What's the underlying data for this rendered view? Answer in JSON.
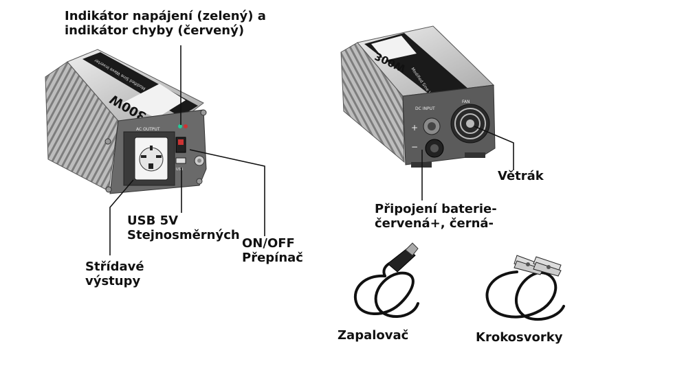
{
  "labels": {
    "power_indicator": [
      "Indikátor napájení (zelený) a",
      "indikátor chyby (červený)"
    ],
    "usb": [
      "USB 5V",
      "Stejnosměrných"
    ],
    "onoff": [
      "ON/OFF",
      "Přepínač"
    ],
    "ac_outputs": [
      "Střídavé",
      "výstupy"
    ],
    "fan": "Větrák",
    "battery": [
      "Připojení baterie-",
      "červená+, černá-"
    ],
    "cigarette_lighter": "Zapalovač",
    "alligator_clips": "Krokosvorky"
  },
  "device_text": {
    "front_power": "300W",
    "front_brand": "Modified Sine Wave Inverter",
    "front_panel_label": "AC OUTPUT",
    "front_usb_label": "USB",
    "back_power": "300W",
    "back_brand": "Modified Sine Wave Inverter",
    "back_input_label": "DC INPUT",
    "back_fan_label": "FAN",
    "back_plus": "+",
    "back_minus": "−"
  }
}
